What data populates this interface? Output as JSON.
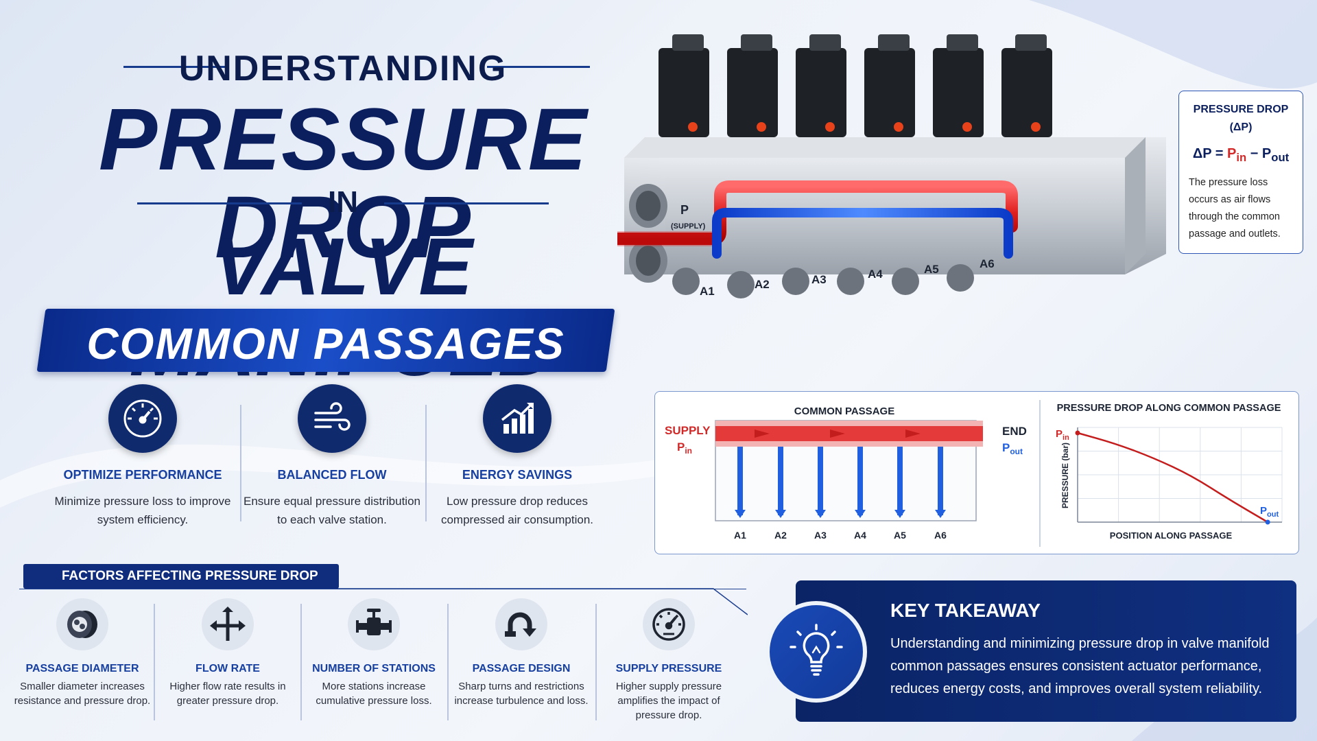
{
  "title": {
    "line1": "UNDERSTANDING",
    "line2": "PRESSURE DROP",
    "line3": "IN",
    "line4": "VALVE MANIFOLD",
    "banner": "COMMON PASSAGES"
  },
  "benefits": [
    {
      "icon": "gauge-icon",
      "title": "OPTIMIZE PERFORMANCE",
      "text": "Minimize pressure loss to improve system efficiency."
    },
    {
      "icon": "wind-flow-icon",
      "title": "BALANCED FLOW",
      "text": "Ensure equal pressure distribution to each valve station."
    },
    {
      "icon": "bar-chart-up-icon",
      "title": "ENERGY SAVINGS",
      "text": "Low pressure drop reduces compressed air consumption."
    }
  ],
  "manifold": {
    "supply_label": "P",
    "supply_sub": "(SUPPLY)",
    "outlets": [
      "A1",
      "A2",
      "A3",
      "A4",
      "A5",
      "A6"
    ]
  },
  "pressure_box": {
    "title_line1": "PRESSURE DROP",
    "title_line2": "(ΔP)",
    "eq_prefix": "ΔP = ",
    "eq_pin": "P",
    "eq_pin_sub": "in",
    "eq_minus": " − ",
    "eq_pout": "P",
    "eq_pout_sub": "out",
    "text": "The pressure loss occurs as air flows through the common passage and outlets."
  },
  "passage_diagram": {
    "title": "COMMON PASSAGE",
    "supply": "SUPPLY",
    "pin": "P",
    "pin_sub": "in",
    "end": "END",
    "pout": "P",
    "pout_sub": "out",
    "outlets": [
      "A1",
      "A2",
      "A3",
      "A4",
      "A5",
      "A6"
    ]
  },
  "chart_data": {
    "type": "line",
    "title": "PRESSURE DROP ALONG COMMON PASSAGE",
    "xlabel": "POSITION ALONG PASSAGE",
    "ylabel": "PRESSURE (bar)",
    "grid": true,
    "start_label": "Pin",
    "end_label": "Pout",
    "series": [
      {
        "values_x": [
          0,
          0.2,
          0.4,
          0.6,
          0.8,
          1.0
        ],
        "values_y": [
          1.0,
          0.88,
          0.72,
          0.52,
          0.25,
          0.0
        ]
      }
    ]
  },
  "factors": {
    "heading": "FACTORS AFFECTING PRESSURE DROP",
    "items": [
      {
        "icon": "pipe-cross-section-icon",
        "title": "PASSAGE DIAMETER",
        "text": "Smaller diameter increases resistance and pressure drop."
      },
      {
        "icon": "split-arrows-icon",
        "title": "FLOW RATE",
        "text": "Higher flow rate results in greater pressure drop."
      },
      {
        "icon": "valve-icon",
        "title": "NUMBER OF STATIONS",
        "text": "More stations increase cumulative pressure loss."
      },
      {
        "icon": "u-turn-pipe-icon",
        "title": "PASSAGE DESIGN",
        "text": "Sharp turns and restrictions increase turbulence and loss."
      },
      {
        "icon": "pressure-gauge-icon",
        "title": "SUPPLY PRESSURE",
        "text": "Higher supply pressure amplifies the impact of pressure drop."
      }
    ]
  },
  "takeaway": {
    "icon": "lightbulb-icon",
    "title": "KEY TAKEAWAY",
    "text": "Understanding and minimizing pressure drop in valve manifold common passages ensures consistent actuator performance, reduces energy costs, and improves overall system reliability."
  },
  "colors": {
    "navy": "#0b1f5e",
    "blue": "#163fa0",
    "red": "#d12828",
    "flow_blue": "#1f5fe0"
  }
}
